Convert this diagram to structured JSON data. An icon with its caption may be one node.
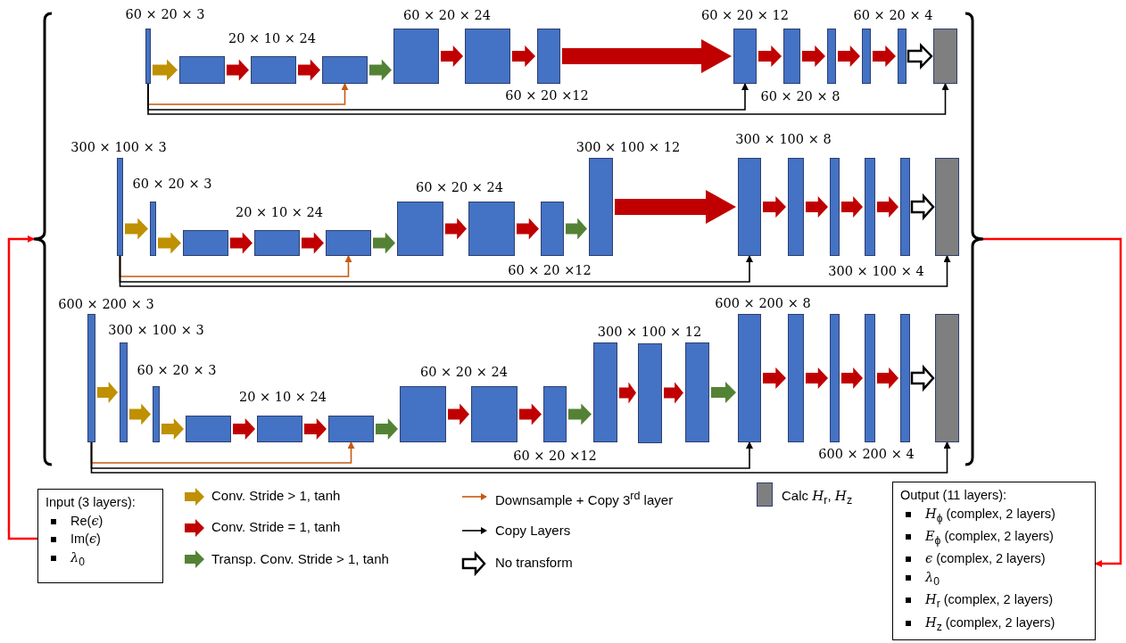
{
  "diagram": {
    "nodes": [
      {
        "text": [],
        "shape": "box"
      },
      {
        "text": [],
        "shape": "box"
      },
      {
        "text": [],
        "shape": "box"
      },
      {
        "text": [],
        "shape": "box"
      },
      {
        "text": [],
        "shape": "box"
      },
      {
        "text": [],
        "shape": "box"
      },
      {
        "text": [],
        "shape": "box"
      },
      {
        "text": [],
        "shape": "box"
      },
      {
        "text": [],
        "shape": "box"
      },
      {
        "text": [],
        "shape": "box"
      },
      {
        "text": [],
        "shape": "box"
      },
      {
        "text": [],
        "shape": "box"
      },
      {
        "text": [],
        "shape": "box"
      },
      {
        "text": [],
        "shape": "box"
      },
      {
        "text": [],
        "shape": "box"
      },
      {
        "text": [],
        "shape": "box"
      },
      {
        "text": [],
        "shape": "box"
      },
      {
        "text": [],
        "shape": "box"
      },
      {
        "text": [],
        "shape": "box"
      },
      {
        "text": [],
        "shape": "box"
      },
      {
        "text": [],
        "shape": "box"
      },
      {
        "text": [],
        "shape": "box"
      },
      {
        "text": [],
        "shape": "box"
      },
      {
        "text": [],
        "shape": "box"
      },
      {
        "text": [],
        "shape": "box"
      },
      {
        "text": [],
        "shape": "box"
      },
      {
        "text": [],
        "shape": "box"
      },
      {
        "text": [],
        "shape": "box"
      },
      {
        "text": [],
        "shape": "box"
      },
      {
        "text": [],
        "shape": "box"
      },
      {
        "text": [],
        "shape": "box"
      },
      {
        "text": [],
        "shape": "box"
      },
      {
        "text": [],
        "shape": "box"
      },
      {
        "text": [],
        "shape": "box"
      },
      {
        "text": [],
        "shape": "box"
      },
      {
        "text": [],
        "shape": "box"
      },
      {
        "text": [],
        "shape": "box"
      },
      {
        "text": [],
        "shape": "box"
      },
      {
        "text": [],
        "shape": "box"
      },
      {
        "text": [],
        "shape": "box"
      },
      {
        "text": [],
        "shape": "box"
      },
      {
        "text": [],
        "shape": "box"
      },
      {
        "text": [],
        "shape": "box"
      },
      {
        "text": [],
        "shape": "box"
      },
      {
        "text": [],
        "shape": "box"
      },
      {
        "text": [],
        "shape": "box"
      },
      {
        "text": [],
        "shape": "bracket"
      },
      {
        "text": [],
        "shape": "bracket"
      },
      {
        "text": [
          "Input (3 layers):",
          "Re(*ϵ*)",
          "Im(*ϵ*)",
          "*λ*$_{0}$"
        ]
      },
      {
        "text": [
          "Output (11 layers):",
          "*H*$_{ϕ}$ (complex, 2 layers)",
          "*E*$_{ϕ}$ (complex, 2 layers)",
          "*ϵ* (complex, 2 layers)",
          "*λ*$_{0}$",
          "*H*$_{r}$ (complex, 2 layers)",
          "*H*$_{z}$ (complex, 2 layers)"
        ]
      }
    ],
    "edges": [
      {
        "from": 0,
        "to": 1,
        "arrow": "to",
        "style": "thick",
        "color": "#bf9000"
      },
      {
        "from": 1,
        "to": 2,
        "arrow": "to",
        "style": "thick"
      },
      {
        "from": 2,
        "to": 3,
        "arrow": "to",
        "style": "thick"
      },
      {
        "from": 3,
        "to": 4,
        "arrow": "to",
        "style": "thick",
        "color": "#548235"
      },
      {
        "from": 4,
        "to": 5,
        "arrow": "to",
        "style": "thick"
      },
      {
        "from": 5,
        "to": 6,
        "arrow": "to",
        "style": "thick"
      },
      {
        "from": 6,
        "to": 7,
        "arrow": "to",
        "style": "thick"
      },
      {
        "from": 7,
        "to": 8,
        "arrow": "to",
        "style": "thick"
      },
      {
        "from": 8,
        "to": 9,
        "arrow": "to",
        "style": "thick"
      },
      {
        "from": 9,
        "to": 10,
        "arrow": "to",
        "style": "thick"
      },
      {
        "from": 10,
        "to": 11,
        "arrow": "to",
        "style": "thick"
      },
      {
        "from": 11,
        "to": 12,
        "arrow": "to",
        "style": "thick",
        "color": "#ffffff"
      },
      {
        "from": 0,
        "to": 3,
        "arrow": "to",
        "color": "#c55a11"
      },
      {
        "from": 0,
        "to": 7,
        "arrow": "to",
        "color": "#000000"
      },
      {
        "from": 0,
        "to": 12,
        "arrow": "to",
        "color": "#000000"
      },
      {
        "from": 13,
        "to": 14,
        "arrow": "to",
        "style": "thick",
        "color": "#bf9000"
      },
      {
        "from": 14,
        "to": 15,
        "arrow": "to",
        "style": "thick",
        "color": "#bf9000"
      },
      {
        "from": 15,
        "to": 16,
        "arrow": "to",
        "style": "thick"
      },
      {
        "from": 16,
        "to": 17,
        "arrow": "to",
        "style": "thick"
      },
      {
        "from": 17,
        "to": 18,
        "arrow": "to",
        "style": "thick",
        "color": "#548235"
      },
      {
        "from": 18,
        "to": 19,
        "arrow": "to",
        "style": "thick"
      },
      {
        "from": 19,
        "to": 20,
        "arrow": "to",
        "style": "thick"
      },
      {
        "from": 20,
        "to": 21,
        "arrow": "to",
        "style": "thick",
        "color": "#548235"
      },
      {
        "from": 21,
        "to": 22,
        "arrow": "to",
        "style": "thick"
      },
      {
        "from": 22,
        "to": 23,
        "arrow": "to",
        "style": "thick"
      },
      {
        "from": 23,
        "to": 24,
        "arrow": "to",
        "style": "thick"
      },
      {
        "from": 24,
        "to": 25,
        "arrow": "to",
        "style": "thick"
      },
      {
        "from": 25,
        "to": 26,
        "arrow": "to",
        "style": "thick"
      },
      {
        "from": 26,
        "to": 27,
        "arrow": "to",
        "style": "thick",
        "color": "#ffffff"
      },
      {
        "from": 13,
        "to": 17,
        "arrow": "to",
        "color": "#c55a11"
      },
      {
        "from": 13,
        "to": 22,
        "arrow": "to",
        "color": "#000000"
      },
      {
        "from": 13,
        "to": 27,
        "arrow": "to",
        "color": "#000000"
      },
      {
        "from": 28,
        "to": 29,
        "arrow": "to",
        "style": "thick",
        "color": "#bf9000"
      },
      {
        "from": 29,
        "to": 30,
        "arrow": "to",
        "style": "thick",
        "color": "#bf9000"
      },
      {
        "from": 30,
        "to": 31,
        "arrow": "to",
        "style": "thick",
        "color": "#bf9000"
      },
      {
        "from": 31,
        "to": 32,
        "arrow": "to",
        "style": "thick"
      },
      {
        "from": 32,
        "to": 33,
        "arrow": "to",
        "style": "thick"
      },
      {
        "from": 33,
        "to": 34,
        "arrow": "to",
        "style": "thick",
        "color": "#548235"
      },
      {
        "from": 34,
        "to": 35,
        "arrow": "to",
        "style": "thick"
      },
      {
        "from": 35,
        "to": 36,
        "arrow": "to",
        "style": "thick"
      },
      {
        "from": 36,
        "to": 37,
        "arrow": "to",
        "style": "thick",
        "color": "#548235"
      },
      {
        "from": 37,
        "to": 38,
        "arrow": "to",
        "style": "thick"
      },
      {
        "from": 38,
        "to": 39,
        "arrow": "to",
        "style": "thick"
      },
      {
        "from": 39,
        "to": 40,
        "arrow": "to",
        "style": "thick",
        "color": "#548235"
      },
      {
        "from": 40,
        "to": 41,
        "arrow": "to",
        "style": "thick"
      },
      {
        "from": 41,
        "to": 42,
        "arrow": "to",
        "style": "thick"
      },
      {
        "from": 42,
        "to": 43,
        "arrow": "to",
        "style": "thick"
      },
      {
        "from": 43,
        "to": 44,
        "arrow": "to",
        "style": "thick"
      },
      {
        "from": 44,
        "to": 45,
        "arrow": "to",
        "style": "thick",
        "color": "#ffffff"
      },
      {
        "from": 28,
        "to": 33,
        "arrow": "to",
        "color": "#c55a11"
      },
      {
        "from": 28,
        "to": 40,
        "arrow": "to",
        "color": "#000000"
      },
      {
        "from": 28,
        "to": 45,
        "arrow": "to",
        "color": "#000000"
      },
      {
        "from": 48,
        "to": 46,
        "arrow": "to",
        "color": "#ff0000"
      },
      {
        "from": 47,
        "to": 49,
        "arrow": "to",
        "color": "#ff0000"
      }
    ],
    "labels": [
      "60 × 20 × 3",
      "60 × 20 × 24",
      "60 × 20 × 12",
      "60 × 20 × 4",
      "20 × 10 × 24",
      "60 × 20 ×12",
      "60 × 20 × 8",
      "300 × 100 × 3",
      "300 × 100 × 12",
      "300 × 100 × 8",
      "60 × 20 × 3",
      "60 × 20 × 24",
      "20 × 10 × 24",
      "60 × 20 ×12",
      "300 × 100 × 4",
      "600 × 200 × 3",
      "600 × 200 × 8",
      "300 × 100 × 3",
      "300 × 100 × 12",
      "60 × 20 × 3",
      "60 × 20 × 24",
      "20 × 10 × 24",
      "60 × 20 ×12",
      "600 × 200 × 4"
    ],
    "legend": [
      {
        "text": "Conv. Stride > 1, tanh",
        "color": "#bf9000"
      },
      {
        "text": "Conv. Stride = 1, tanh",
        "color": "#c00000"
      },
      {
        "text": "Transp. Conv. Stride > 1, tanh",
        "color": "#548235"
      },
      {
        "text": "Downsample + Copy 3$^{rd}$ layer"
      },
      {
        "text": "Copy Layers"
      },
      {
        "text": "No transform"
      },
      {
        "text": "Calc *H*$_{r}$, *H*$_{z}$",
        "color": "#7f7f7f"
      }
    ]
  }
}
